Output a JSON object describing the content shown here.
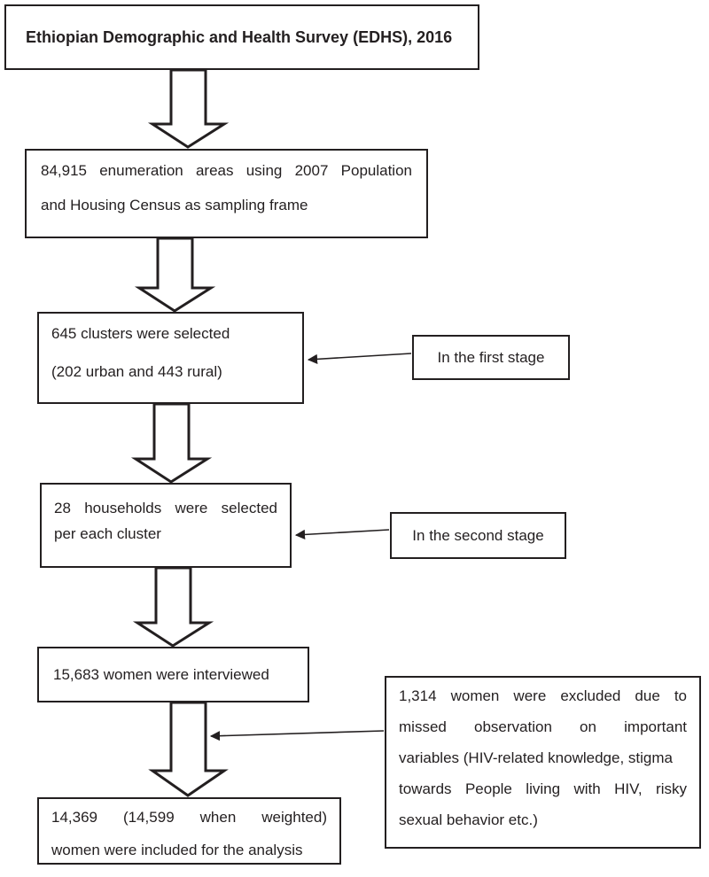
{
  "diagram": {
    "type": "flowchart",
    "title": "EDHS 2016 sampling and participant selection flow",
    "line_color": "#231f20",
    "fill_color": "#ffffff",
    "nodes": [
      {
        "id": "title",
        "bold": true,
        "lines": [
          "Ethiopian Demographic and Health Survey (EDHS), 2016"
        ]
      },
      {
        "id": "enumeration-areas",
        "bold": false,
        "lines": [
          "84,915 enumeration areas using 2007 Population",
          "and Housing Census as sampling frame"
        ]
      },
      {
        "id": "clusters",
        "bold": false,
        "lines": [
          "645 clusters were selected",
          "(202 urban and 443 rural)"
        ]
      },
      {
        "id": "households",
        "bold": false,
        "lines": [
          "28 households were selected",
          "per each cluster"
        ]
      },
      {
        "id": "women-interviewed",
        "bold": false,
        "lines": [
          "15,683 women were interviewed"
        ]
      },
      {
        "id": "women-included",
        "bold": false,
        "lines": [
          "14,369 (14,599 when weighted)",
          "women were included for the analysis"
        ]
      }
    ],
    "annotations": [
      {
        "id": "first-stage",
        "lines": [
          "In the first stage"
        ]
      },
      {
        "id": "second-stage",
        "lines": [
          "In the second stage"
        ]
      },
      {
        "id": "excluded",
        "lines": [
          "1,314 women were excluded due to",
          "missed observation on important",
          "variables (HIV-related knowledge, stigma",
          "towards People living with HIV, risky",
          "sexual behavior etc.)"
        ]
      }
    ]
  }
}
